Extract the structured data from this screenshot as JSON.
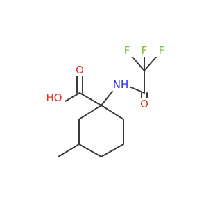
{
  "molecule": {
    "atoms": {
      "carboxyl_oxygen": {
        "label": "O",
        "color": "#e0302a"
      },
      "hydroxyl": {
        "label": "HO",
        "color": "#e0302a"
      },
      "amide_nitrogen": {
        "label": "NH",
        "color": "#2a2ae8"
      },
      "amide_oxygen": {
        "label": "O",
        "color": "#e0302a"
      },
      "fluorine_1": {
        "label": "F",
        "color": "#7fbf3f"
      },
      "fluorine_2": {
        "label": "F",
        "color": "#7fbf3f"
      },
      "fluorine_3": {
        "label": "F",
        "color": "#7fbf3f"
      }
    },
    "bond_color": "#3a3a3a",
    "background": "#ffffff"
  }
}
